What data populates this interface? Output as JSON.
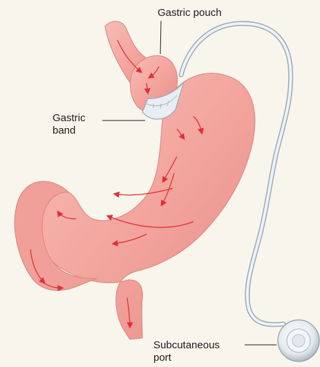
{
  "labels": {
    "gastric_pouch": "Gastric pouch",
    "gastric_band": "Gastric\nband",
    "subcutaneous_port": "Subcutaneous\nport"
  },
  "colors": {
    "background": "#f8f5ec",
    "stomach": "#f3a79f",
    "stomach_shadow": "#e07f79",
    "arrows": "#e0303a",
    "tube": "#e6eef4",
    "band": "#e8eef3"
  }
}
